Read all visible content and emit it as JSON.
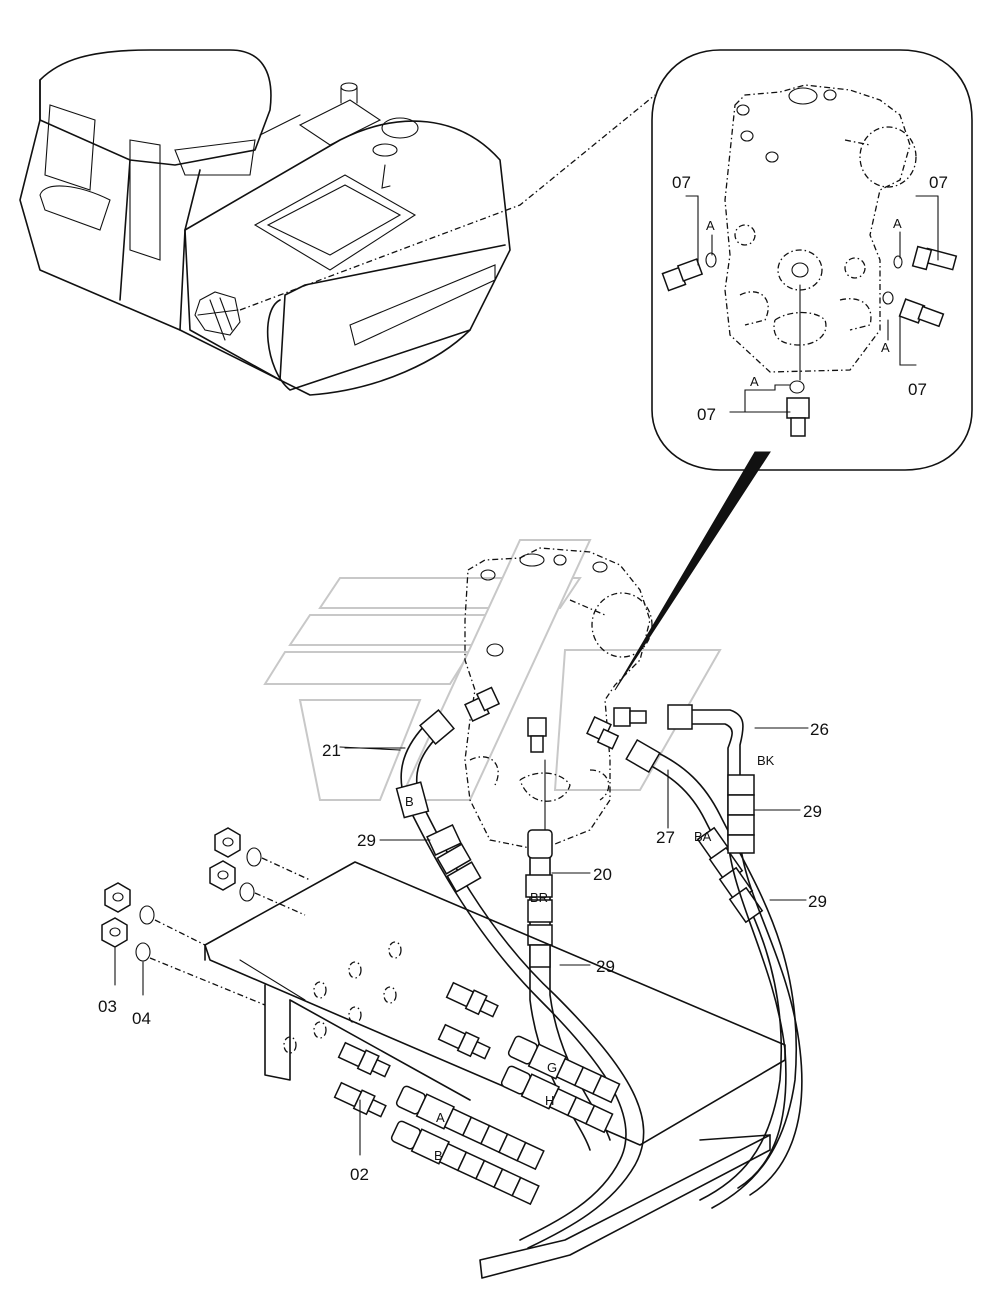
{
  "part_numbers": {
    "p02": "02",
    "p03": "03",
    "p04": "04",
    "p07a": "07",
    "p07b": "07",
    "p07c": "07",
    "p07d": "07",
    "p20": "20",
    "p21": "21",
    "p26": "26",
    "p27": "27",
    "p29a": "29",
    "p29b": "29",
    "p29c": "29",
    "p29d": "29"
  },
  "callouts": {
    "a1": "A",
    "a2": "A",
    "a3": "A",
    "a4": "A",
    "hose_b": "B",
    "hose_br": "BR",
    "hose_bk": "BK",
    "hose_ba": "BA",
    "port_g": "G",
    "port_h": "H",
    "port_a": "A",
    "port_b": "B"
  }
}
